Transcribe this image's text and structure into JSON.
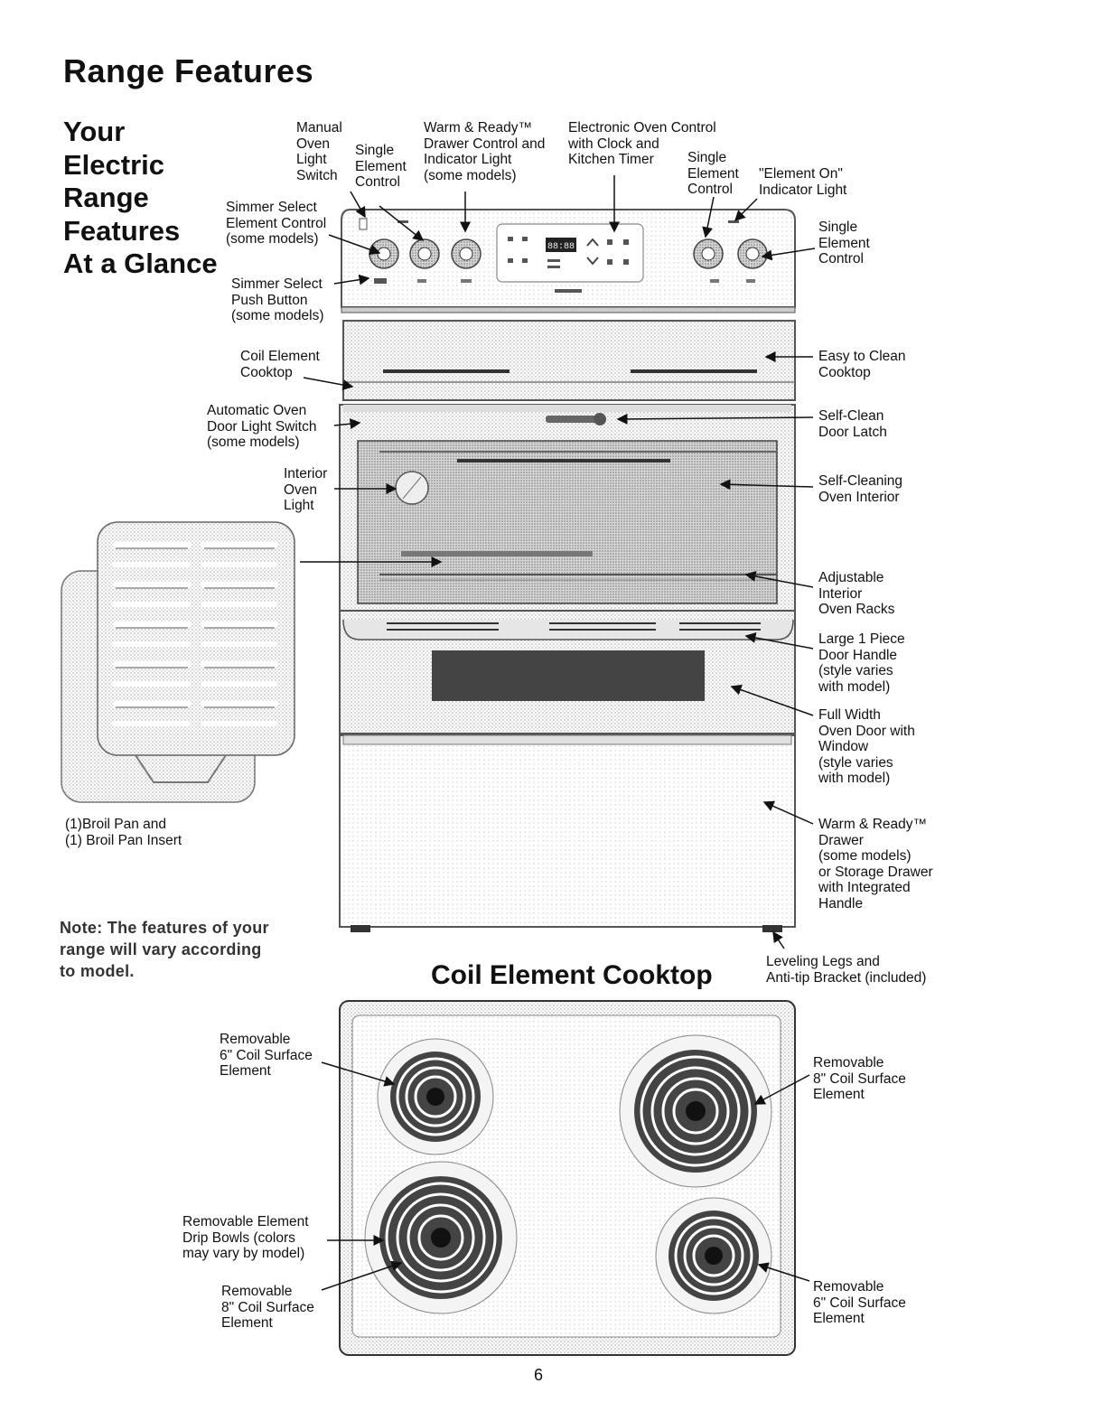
{
  "page_title": "Range Features",
  "side_title": "Your\nElectric\nRange\nFeatures\nAt a Glance",
  "labels": {
    "manual_oven_light": "Manual\nOven\nLight\nSwitch",
    "single_element_control_top": "Single\nElement\nControl",
    "warm_ready_control": "Warm & Ready™\nDrawer Control and\nIndicator Light\n(some models)",
    "electronic_oven_control": "Electronic Oven Control\nwith Clock and\nKitchen Timer",
    "single_element_control_right_top": "Single\nElement\nControl",
    "element_on_light": "\"Element On\"\nIndicator Light",
    "simmer_select_control": "Simmer Select\nElement Control\n(some models)",
    "simmer_select_button": "Simmer Select\nPush Button\n(some models)",
    "single_element_control_right": "Single\nElement\nControl",
    "coil_element_cooktop": "Coil Element\nCooktop",
    "easy_clean": "Easy to Clean\nCooktop",
    "auto_door_light": "Automatic Oven\nDoor Light Switch\n(some models)",
    "self_clean_latch": "Self-Clean\nDoor Latch",
    "interior_light": "Interior\nOven\nLight",
    "self_cleaning_interior": "Self-Cleaning\nOven Interior",
    "adjustable_racks": "Adjustable\nInterior\nOven Racks",
    "door_handle": "Large 1 Piece\nDoor Handle\n(style varies\nwith model)",
    "oven_door": "Full Width\nOven Door with\nWindow\n(style varies\nwith model)",
    "warm_drawer": "Warm & Ready™\nDrawer\n(some models)\nor Storage Drawer\nwith Integrated\nHandle",
    "broil_pan": "(1)Broil Pan and\n(1) Broil Pan Insert",
    "leveling_legs": "Leveling Legs and\nAnti-tip Bracket (included)"
  },
  "note": "Note: The features of your\nrange will vary according\nto model.",
  "cooktop": {
    "title": "Coil Element Cooktop",
    "labels": {
      "coil_6_top_left": "Removable\n6\" Coil Surface\nElement",
      "coil_8_top_right": "Removable\n8\" Coil Surface\nElement",
      "drip_bowls": "Removable Element\nDrip Bowls (colors\nmay vary by model)",
      "coil_8_bottom_left": "Removable\n8\" Coil Surface\nElement",
      "coil_6_bottom_right": "Removable\n6\" Coil Surface\nElement"
    }
  },
  "display_text": "88:88",
  "page_number": "6"
}
